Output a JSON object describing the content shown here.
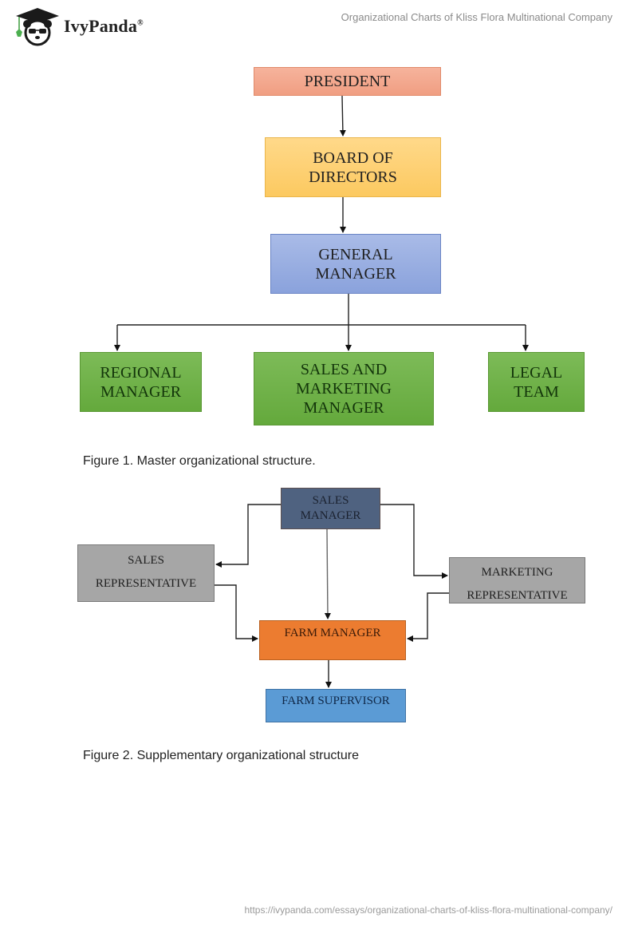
{
  "header": {
    "brand": "IvyPanda",
    "brand_mark": "®",
    "title": "Organizational Charts of Kliss Flora Multinational Company"
  },
  "figure1": {
    "nodes": {
      "president": "PRESIDENT",
      "board": [
        "BOARD OF",
        "DIRECTORS"
      ],
      "general_manager": [
        "GENERAL",
        "MANAGER"
      ],
      "regional_manager": [
        "REGIONAL",
        "MANAGER"
      ],
      "sales_marketing_manager": [
        "SALES AND",
        "MARKETING",
        "MANAGER"
      ],
      "legal_team": [
        "LEGAL",
        "TEAM"
      ]
    },
    "edges": [
      [
        "president",
        "board"
      ],
      [
        "board",
        "general_manager"
      ],
      [
        "general_manager",
        "regional_manager"
      ],
      [
        "general_manager",
        "sales_marketing_manager"
      ],
      [
        "general_manager",
        "legal_team"
      ]
    ],
    "caption": "Figure 1. Master organizational structure."
  },
  "figure2": {
    "nodes": {
      "sales_manager": [
        "SALES",
        "MANAGER"
      ],
      "sales_representative": [
        "SALES",
        "REPRESENTATIVE"
      ],
      "marketing_representative": [
        "MARKETING",
        "REPRESENTATIVE"
      ],
      "farm_manager": "FARM MANAGER",
      "farm_supervisor": "FARM SUPERVISOR"
    },
    "edges": [
      [
        "sales_manager",
        "sales_representative"
      ],
      [
        "sales_manager",
        "marketing_representative"
      ],
      [
        "sales_manager",
        "farm_manager"
      ],
      [
        "sales_representative",
        "farm_manager"
      ],
      [
        "marketing_representative",
        "farm_manager"
      ],
      [
        "farm_manager",
        "farm_supervisor"
      ]
    ],
    "caption": "Figure 2. Supplementary organizational structure"
  },
  "footer": {
    "url": "https://ivypanda.com/essays/organizational-charts-of-kliss-flora-multinational-company/"
  }
}
